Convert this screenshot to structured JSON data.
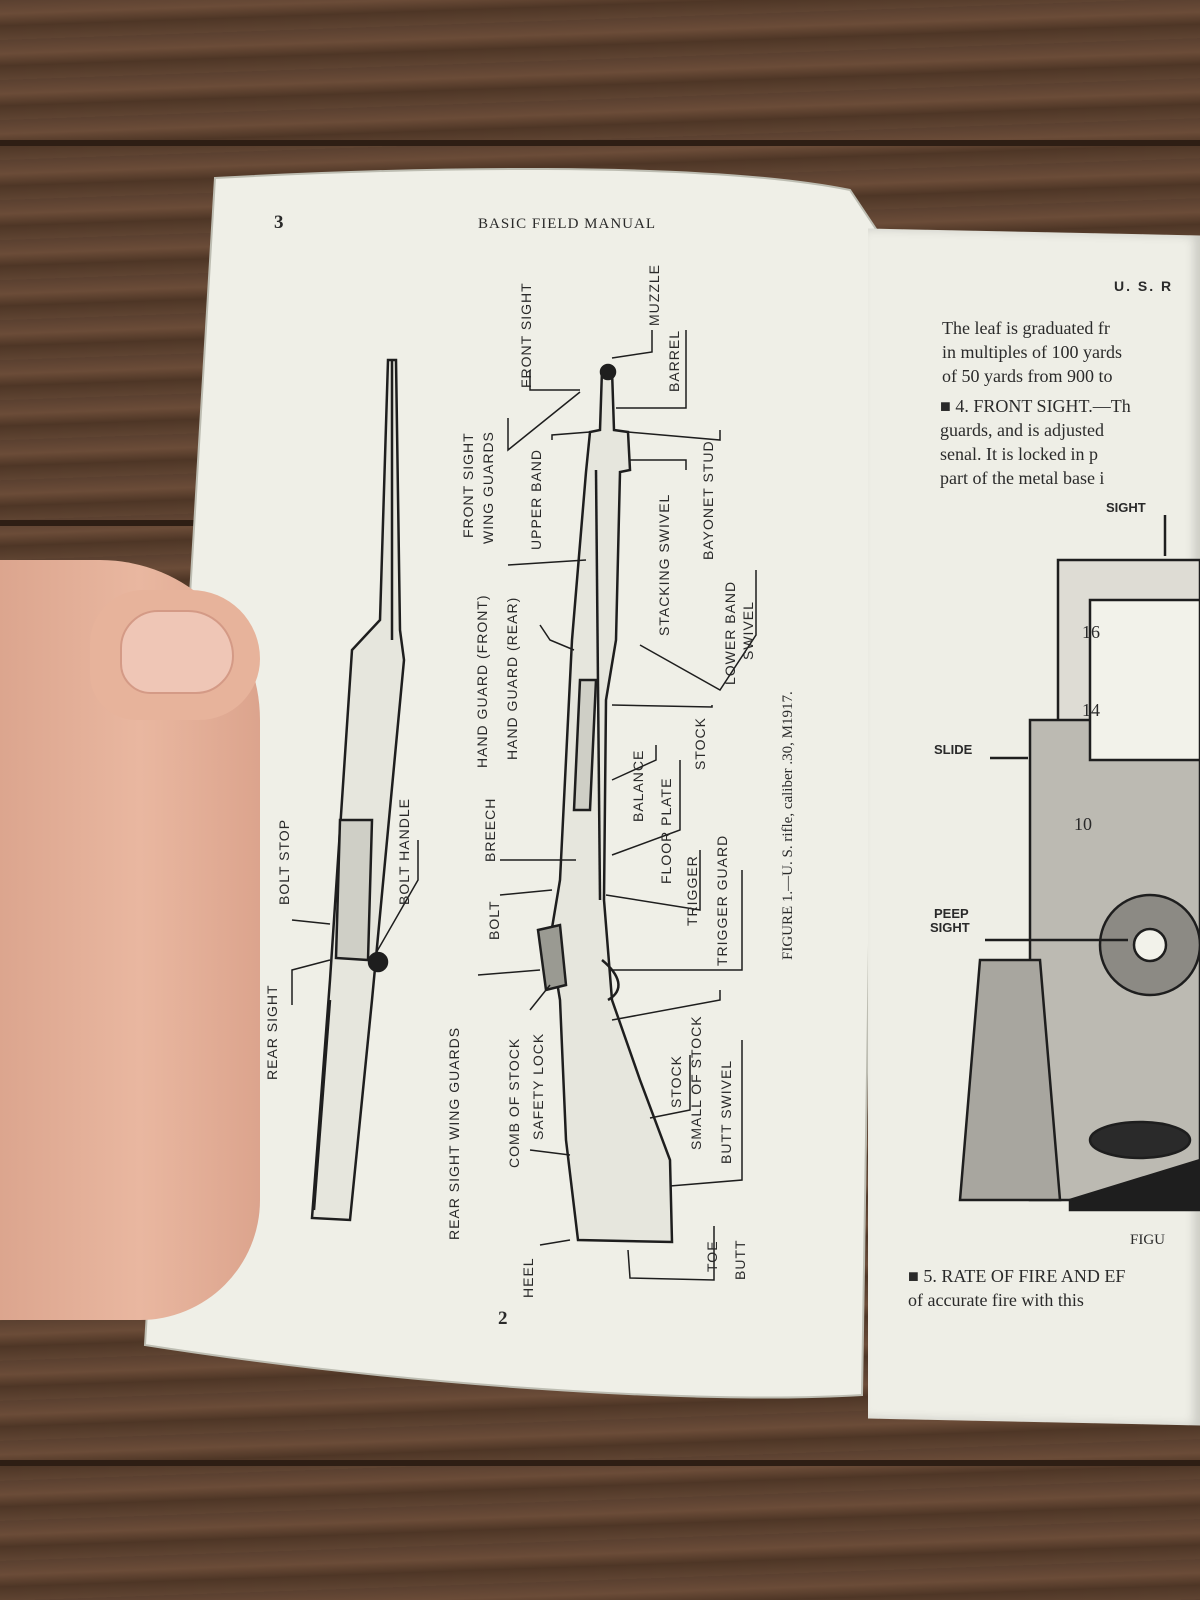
{
  "left_page": {
    "page_number_top": "3",
    "header": "BASIC FIELD MANUAL",
    "page_number_bottom": "2",
    "caption": "FIGURE 1.—U. S. rifle, caliber .30, M1917.",
    "left_rifle_labels": {
      "rear_sight": "REAR SIGHT",
      "bolt_stop": "BOLT STOP",
      "bolt_handle": "BOLT HANDLE"
    },
    "right_rifle_labels": {
      "front_sight": "FRONT SIGHT",
      "muzzle": "MUZZLE",
      "barrel": "BARREL",
      "front_sight_wing_guards_1": "FRONT SIGHT",
      "front_sight_wing_guards_2": "WING GUARDS",
      "upper_band": "UPPER BAND",
      "bayonet_stud": "BAYONET STUD",
      "stacking_swivel": "STACKING SWIVEL",
      "hand_guard_front": "HAND GUARD (FRONT)",
      "hand_guard_rear": "HAND GUARD (REAR)",
      "lower_band_swivel_1": "LOWER BAND",
      "lower_band_swivel_2": "SWIVEL",
      "stock_upper": "STOCK",
      "breech": "BREECH",
      "balance": "BALANCE",
      "floor_plate": "FLOOR PLATE",
      "bolt": "BOLT",
      "trigger": "TRIGGER",
      "trigger_guard": "TRIGGER GUARD",
      "rear_sight_wing_guards": "REAR SIGHT WING GUARDS",
      "comb_of_stock": "COMB OF STOCK",
      "safety_lock": "SAFETY LOCK",
      "stock_lower": "STOCK",
      "small_of_stock": "SMALL OF STOCK",
      "butt_swivel": "BUTT SWIVEL",
      "heel": "HEEL",
      "toe": "TOE",
      "butt": "BUTT"
    }
  },
  "right_page": {
    "header": "U. S. R",
    "lines": [
      "The leaf is graduated fr",
      "in multiples of 100 yards",
      "of 50 yards from 900 to",
      "■ 4. FRONT SIGHT.—Th",
      "guards, and is adjusted",
      "senal. It is locked in p",
      "part of the metal base i"
    ],
    "figure_labels": {
      "sight": "SIGHT",
      "slide": "SLIDE",
      "peep_1": "PEEP",
      "peep_2": "SIGHT",
      "n16": "16",
      "n14": "14",
      "n10": "10"
    },
    "figure_caption": "FIGU",
    "bottom_lines": [
      "■ 5. RATE OF FIRE AND EF",
      "of accurate fire with this"
    ]
  }
}
